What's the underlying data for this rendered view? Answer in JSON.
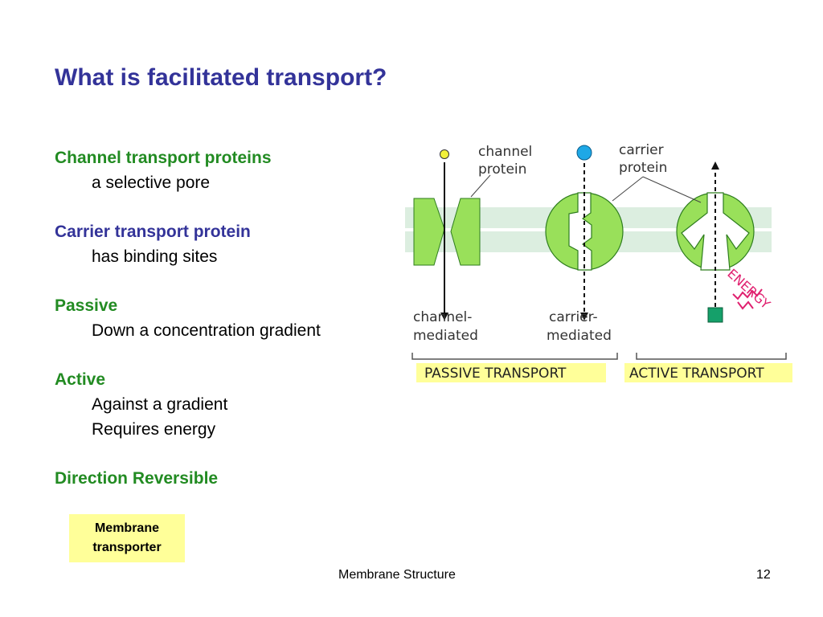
{
  "slide": {
    "title": "What is facilitated transport?",
    "sections": [
      {
        "heading": "Channel transport proteins",
        "lines": [
          "a selective pore"
        ]
      },
      {
        "heading": "Carrier transport protein",
        "lines": [
          "has binding sites"
        ]
      },
      {
        "heading": "Passive",
        "lines": [
          "Down a concentration gradient"
        ]
      },
      {
        "heading": "Active",
        "lines": [
          "Against a gradient",
          "Requires energy"
        ]
      },
      {
        "heading": "Direction Reversible",
        "lines": []
      }
    ],
    "note": {
      "line1": "Membrane",
      "line2": "transporter"
    },
    "footer": {
      "title": "Membrane Structure",
      "page": "12"
    }
  },
  "diagram": {
    "labels": {
      "channel_protein_1": "channel",
      "channel_protein_2": "protein",
      "carrier_protein_1": "carrier",
      "carrier_protein_2": "protein",
      "channel_mediated_1": "channel-",
      "channel_mediated_2": "mediated",
      "carrier_mediated_1": "carrier-",
      "carrier_mediated_2": "mediated",
      "energy": "ENERGY",
      "passive_transport": "PASSIVE TRANSPORT",
      "active_transport": "ACTIVE TRANSPORT"
    },
    "colors": {
      "protein_fill": "#99e05a",
      "protein_stroke": "#2e7d1e",
      "membrane": "#dceee0",
      "small_solute": "#f2f03a",
      "solute": "#1ea8e6",
      "active_solute": "#15a06a",
      "band": "#ffff99",
      "energy": "#e0206f",
      "title": "#333399",
      "heading_green": "#228B22"
    }
  }
}
